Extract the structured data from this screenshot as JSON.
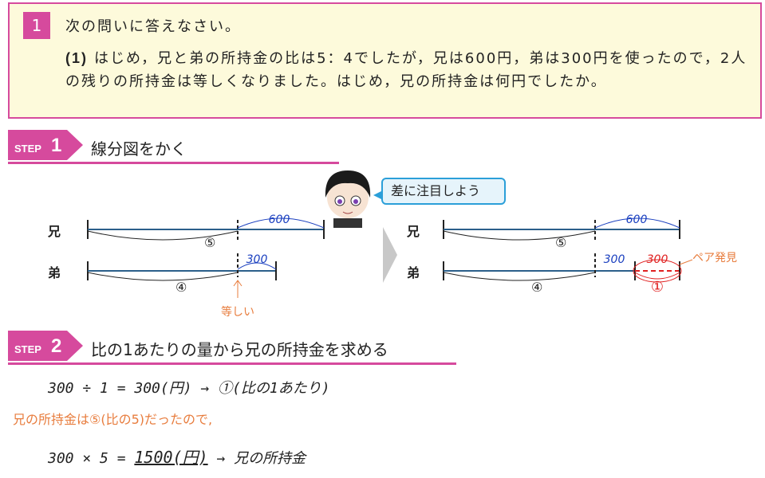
{
  "question": {
    "number": "1",
    "heading": "次の問いに答えなさい。",
    "sub_number": "(1)",
    "text": "はじめ，兄と弟の所持金の比は5：4でしたが，兄は600円，弟は300円を使ったので，2人の残りの所持金は等しくなりました。はじめ，兄の所持金は何円でしたか。"
  },
  "step1": {
    "word": "STEP",
    "number": "1",
    "title": "線分図をかく"
  },
  "step2": {
    "word": "STEP",
    "number": "2",
    "title": "比の1あたりの量から兄の所持金を求める"
  },
  "bubble": "差に注目しよう",
  "diagram": {
    "elder_label": "兄",
    "younger_label": "弟",
    "elder_ratio": "⑤",
    "younger_ratio": "④",
    "elder_spent": "600",
    "younger_spent": "300",
    "equal_note": "等しい",
    "pair_label": "300",
    "pair_note": "ペア発見",
    "diff_ratio": "①"
  },
  "calc": {
    "line1": "300 ÷ 1 = 300(円) → ①(比の1あたり)",
    "note": "兄の所持金は⑤(比の5)だったので,",
    "line2_prefix": "300 × 5 = ",
    "line2_answer": "1500(円)",
    "line2_suffix": " → 兄の所持金"
  },
  "colors": {
    "accent": "#d64a9d",
    "bubble_border": "#2b9fd9",
    "orange": "#e87d3e",
    "blue": "#1a3fbf",
    "red": "#e02020"
  }
}
